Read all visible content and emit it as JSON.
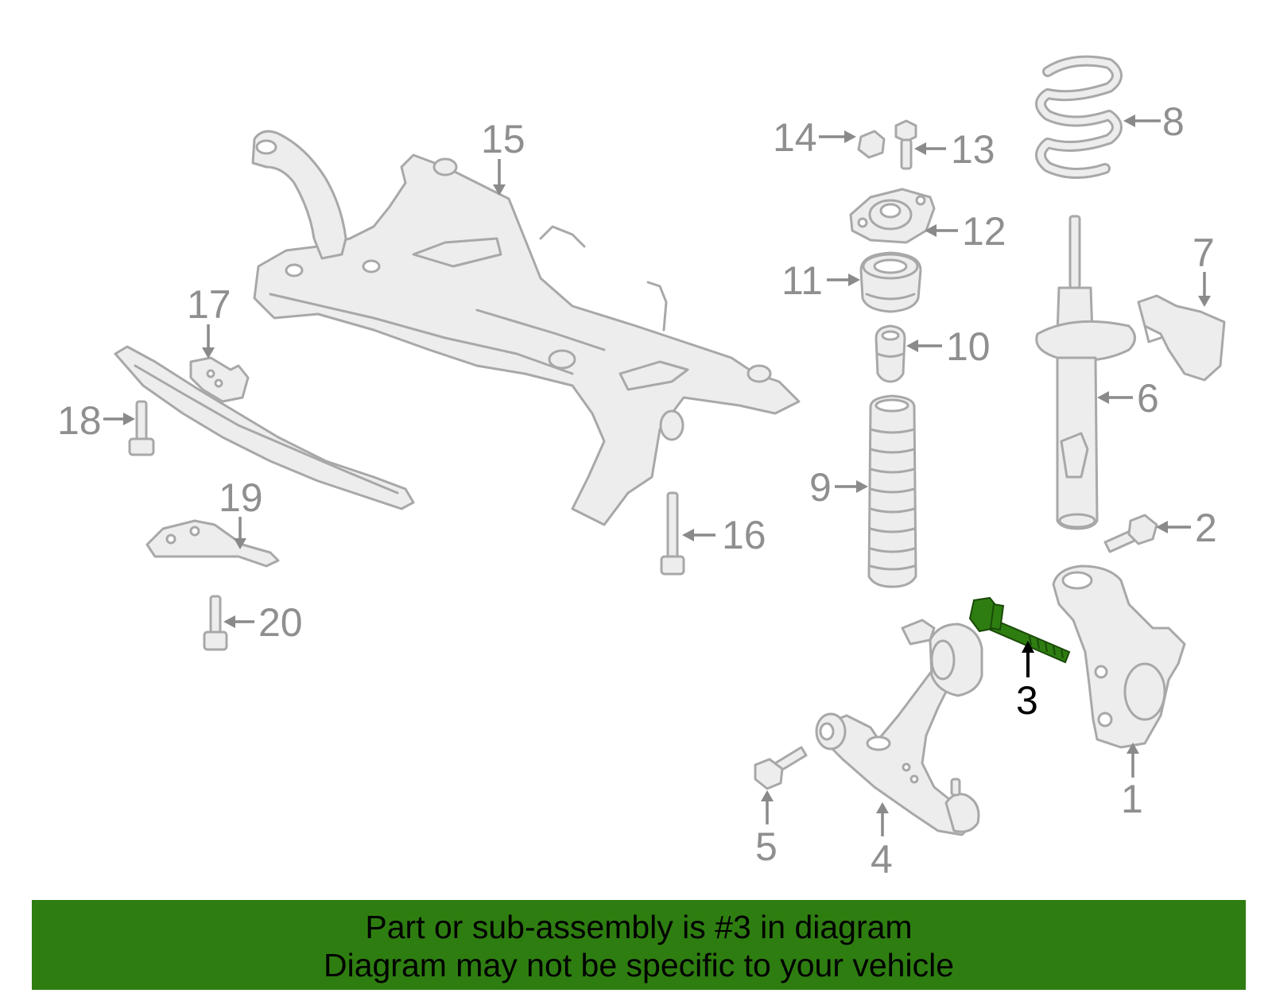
{
  "diagram": {
    "highlight_color": "#2e7d11",
    "part_fill": "#ededed",
    "part_stroke": "#a8a8a8",
    "highlighted_part": "3",
    "callouts": {
      "c1": "1",
      "c2": "2",
      "c3": "3",
      "c4": "4",
      "c5": "5",
      "c6": "6",
      "c7": "7",
      "c8": "8",
      "c9": "9",
      "c10": "10",
      "c11": "11",
      "c12": "12",
      "c13": "13",
      "c14": "14",
      "c15": "15",
      "c16": "16",
      "c17": "17",
      "c18": "18",
      "c19": "19",
      "c20": "20"
    }
  },
  "banner": {
    "line1": "Part or sub-assembly is #3 in diagram",
    "line2": "Diagram may not be specific to your vehicle",
    "background": "#2e7d11"
  }
}
